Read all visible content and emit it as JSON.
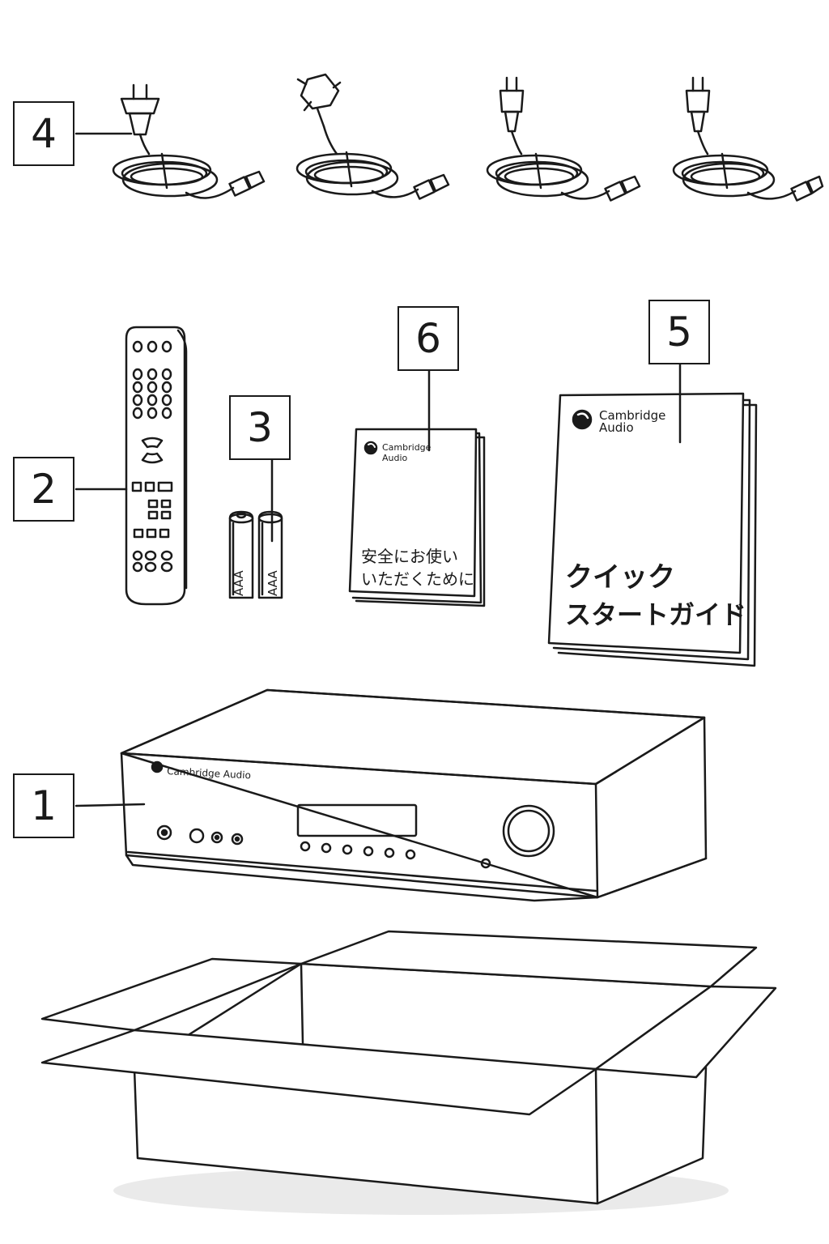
{
  "callouts": {
    "c1": "1",
    "c2": "2",
    "c3": "3",
    "c4": "4",
    "c5": "5",
    "c6": "6"
  },
  "batteries": {
    "label_left": "AAA",
    "label_right": "AAA"
  },
  "safety_booklet": {
    "brand_line1": "Cambridge",
    "brand_line2": "Audio",
    "title_line1": "安全にお使い",
    "title_line2": "いただくために"
  },
  "quick_start_guide": {
    "brand_line1": "Cambridge",
    "brand_line2": "Audio",
    "title_line1": "クイック",
    "title_line2": "スタートガイド"
  },
  "amplifier": {
    "brand": "Cambridge Audio"
  },
  "colors": {
    "line": "#1a1a1a",
    "background": "#ffffff",
    "shadow": "#d8d8d8"
  }
}
